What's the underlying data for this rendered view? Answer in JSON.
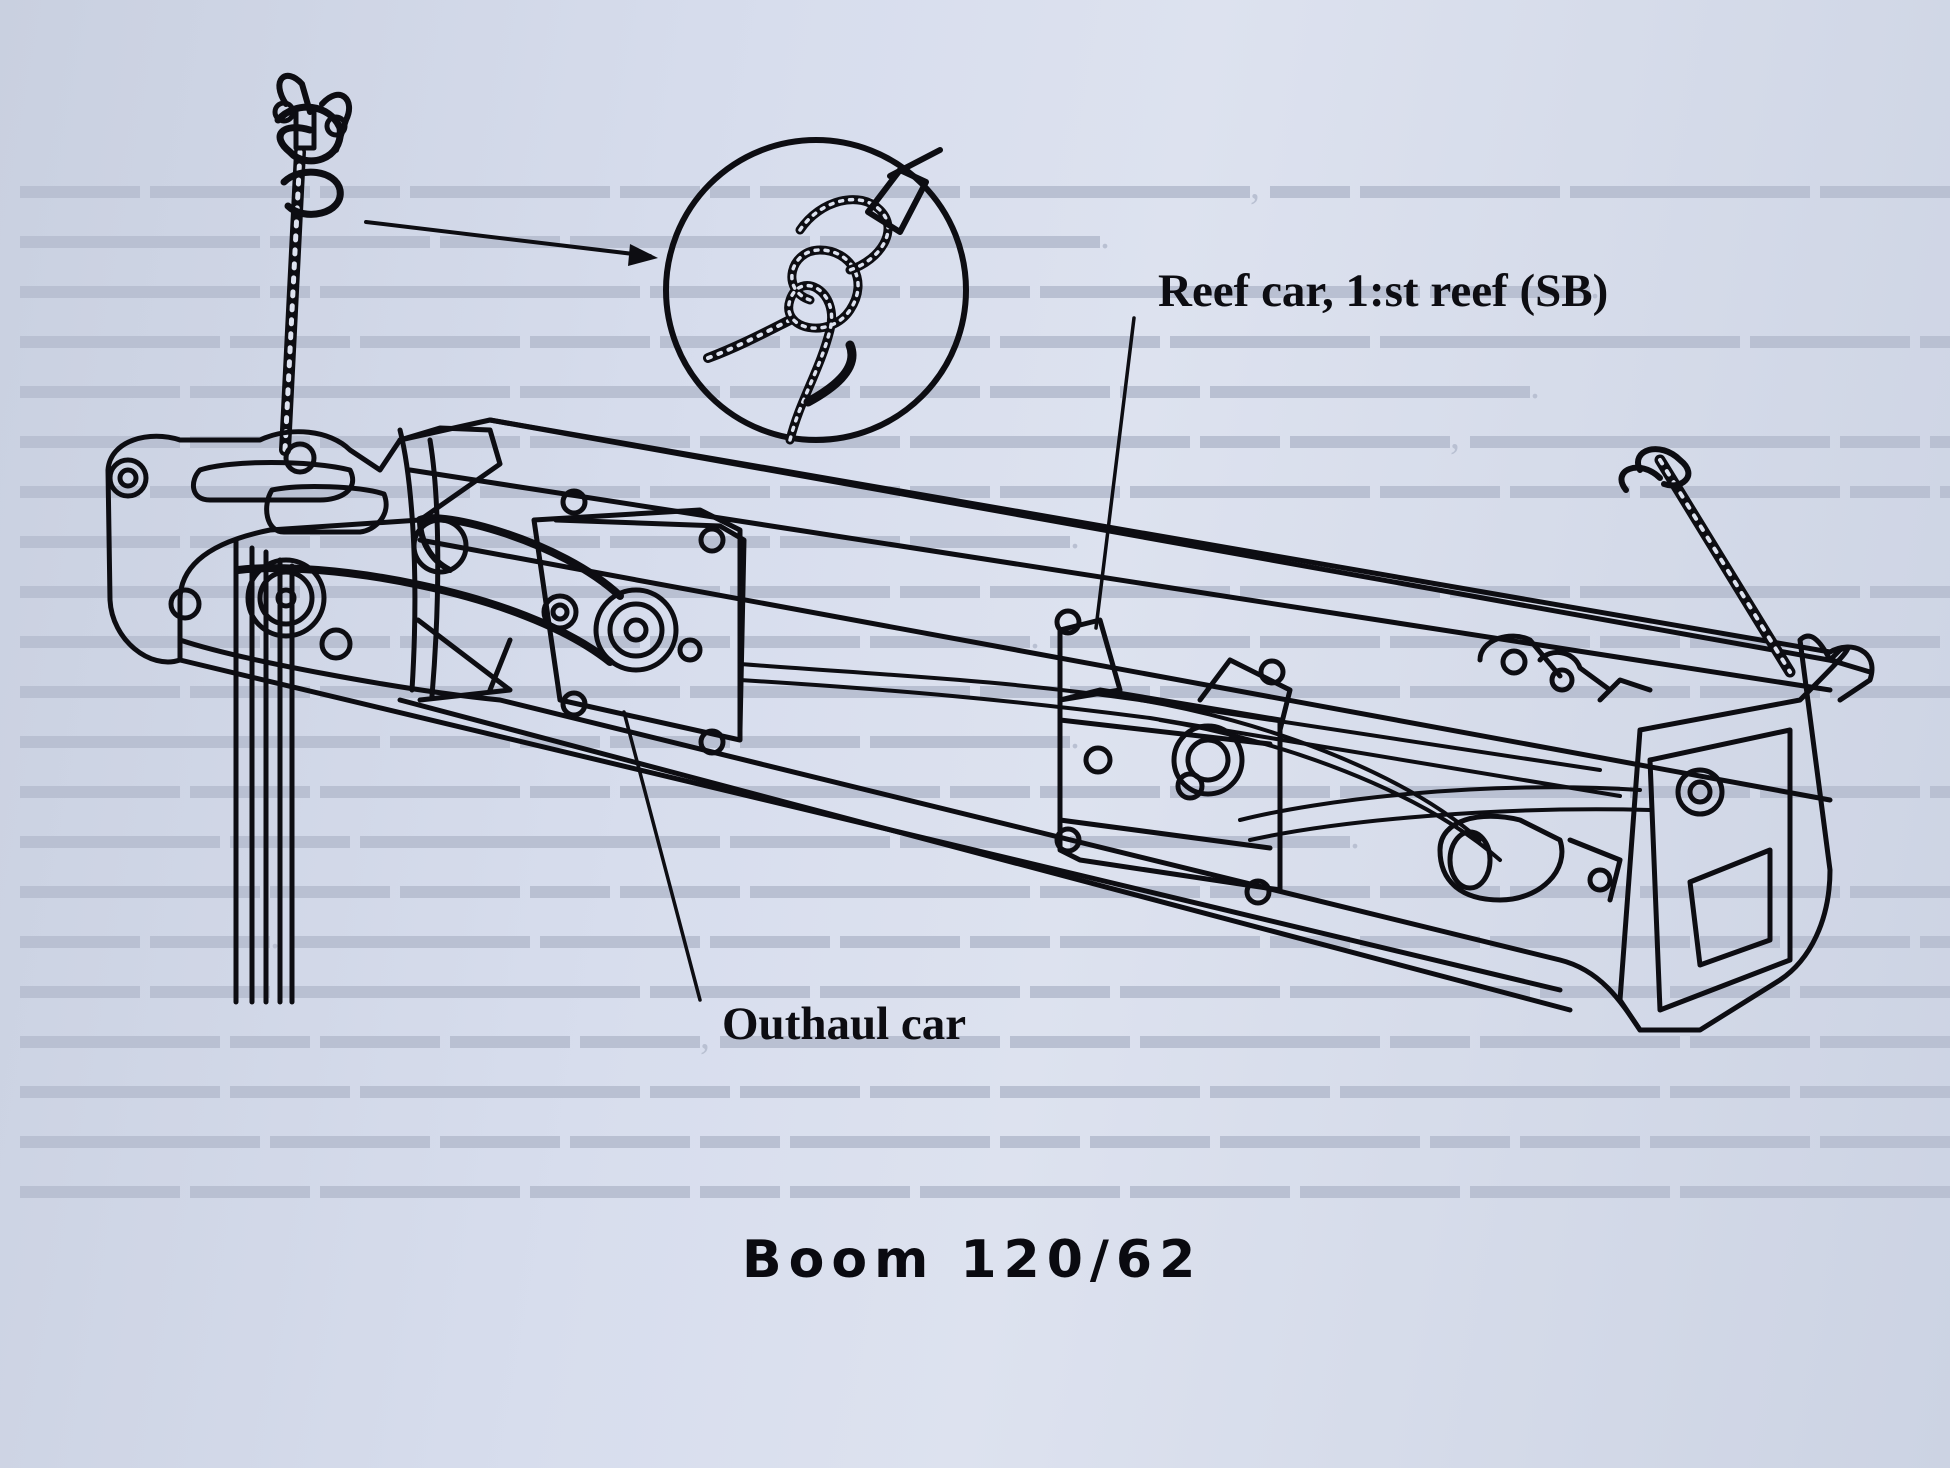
{
  "labels": {
    "reef_car": "Reef car, 1:st reef (SB)",
    "outhaul_car": "Outhaul car"
  },
  "caption": "Boom 120/62",
  "icons": [
    "knot-detail-icon",
    "shackle-icon",
    "sheave-icon"
  ],
  "colors": {
    "ink": "#0d0d12",
    "paper": "#d7dded"
  }
}
